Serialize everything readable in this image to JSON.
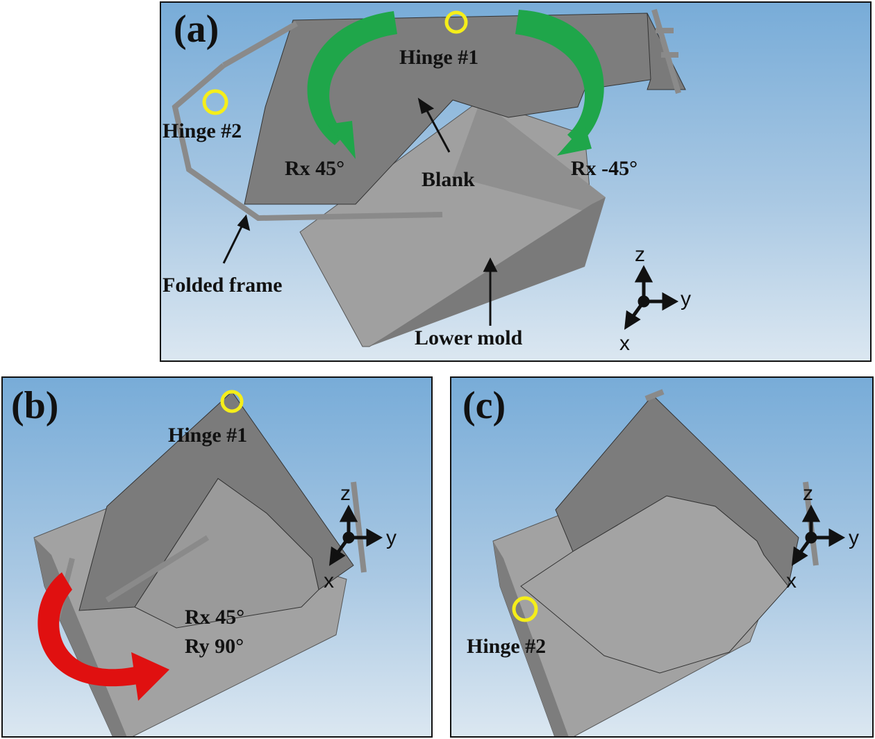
{
  "panels": {
    "a": {
      "label": "(a)",
      "hinge1": "Hinge #1",
      "hinge2": "Hinge #2",
      "rot_left": "Rx 45°",
      "rot_right": "Rx -45°",
      "blank": "Blank",
      "folded_frame": "Folded frame",
      "lower_mold": "Lower mold"
    },
    "b": {
      "label": "(b)",
      "hinge1": "Hinge #1",
      "rot_line1": "Rx 45°",
      "rot_line2": "Ry 90°"
    },
    "c": {
      "label": "(c)",
      "hinge2": "Hinge #2"
    }
  },
  "axes": {
    "z": "z",
    "y": "y",
    "x": "x"
  },
  "colors": {
    "hinge_circle": "#f5ee1a",
    "green_arrow": "#1fa64a",
    "red_arrow": "#e01010",
    "part_dark": "#7b7b7b",
    "part_light": "#a3a3a3"
  }
}
